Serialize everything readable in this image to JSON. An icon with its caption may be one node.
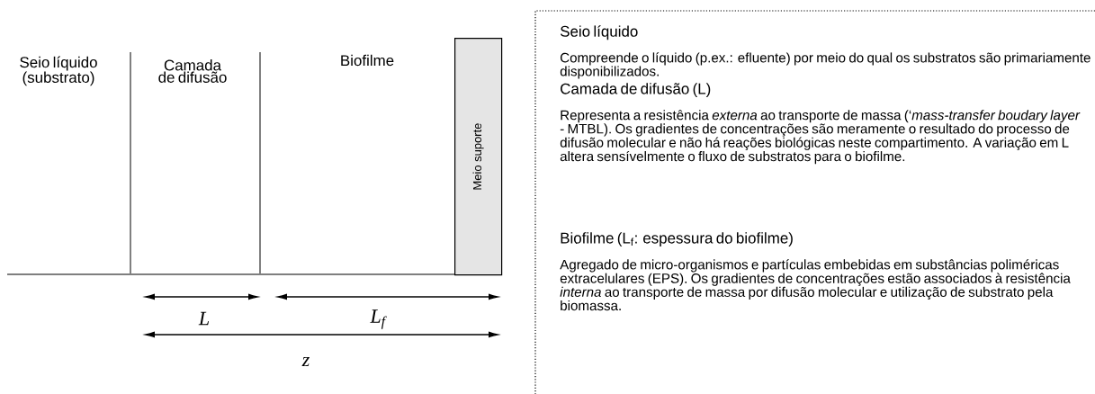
{
  "diagram": {
    "nodes": [
      {
        "text": [
          "Meio suporte"
        ]
      },
      {
        "text": [
          "Seio líquido",
          "Compreende o líquido (p.ex.: efluente) por meio do qual os substratos são primariamente disponibilizados.",
          "Camada de difusão (L)",
          "Representa a resistência *externa* ao transporte de massa (‘*mass-transfer boudary layer* - MTBL). Os gradientes de concentrações são meramente o resultado do processo de difusão molecular e não há reações biológicas neste compartimento. A variação em L altera sensívelmente o fluxo de substratos para o biofilme.",
          "Biofilme (L$_{f}$: espessura do biofilme)",
          "Agregado de micro-organismos e partículas embebidas em substâncias poliméricas extracelulares (EPS). Os gradientes de concentrações estão associados à resistência *interna* ao transporte de massa por difusão molecular e utilização de substrato pela biomassa."
        ]
      }
    ],
    "labels": [
      "Seio líquido (substrato)",
      "Camada de difusão",
      "Biofilme",
      "L",
      "L$_{f}$",
      "z"
    ]
  }
}
